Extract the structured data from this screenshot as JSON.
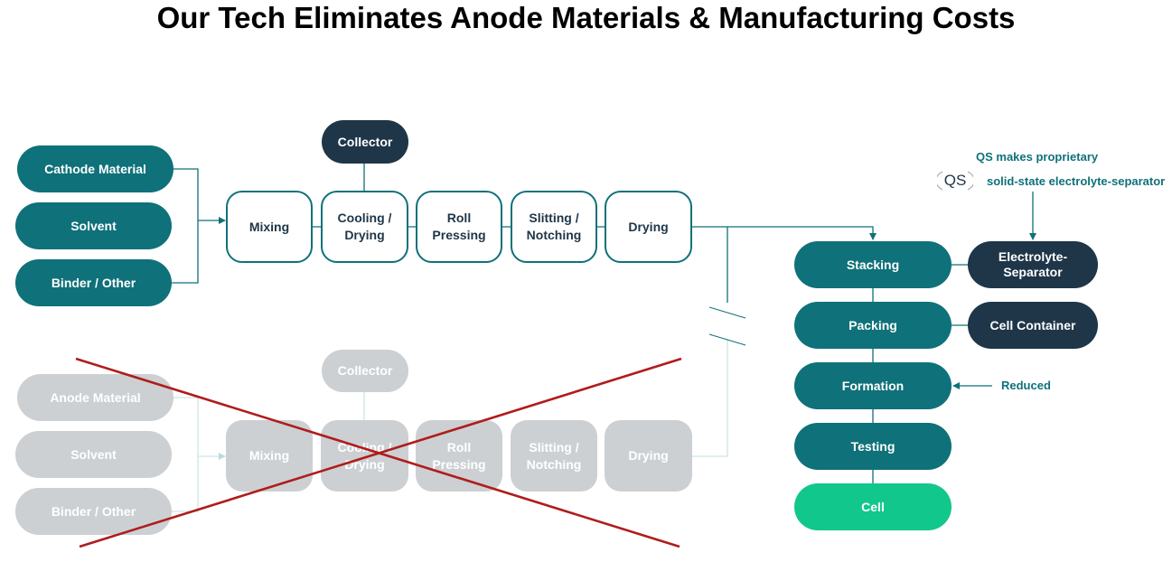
{
  "title": "Our Tech Eliminates Anode Materials & Manufacturing Costs",
  "cathode_line": {
    "inputs": [
      "Cathode Material",
      "Solvent",
      "Binder / Other"
    ],
    "collector": "Collector",
    "steps": [
      "Mixing",
      "Cooling /\nDrying",
      "Roll\nPressing",
      "Slitting /\nNotching",
      "Drying"
    ]
  },
  "anode_line": {
    "inputs": [
      "Anode Material",
      "Solvent",
      "Binder / Other"
    ],
    "collector": "Collector",
    "steps": [
      "Mixing",
      "Cooling /\nDrying",
      "Roll\nPressing",
      "Slitting /\nNotching",
      "Drying"
    ],
    "status": "eliminated"
  },
  "cell_assembly": {
    "steps": [
      "Stacking",
      "Packing",
      "Formation",
      "Testing"
    ],
    "final": "Cell",
    "side_inputs": [
      "Electrolyte-\nSeparator",
      "Cell Container"
    ]
  },
  "annotations": {
    "qs_line1": "QS makes proprietary",
    "qs_line2": "solid-state electrolyte-separator",
    "reduced": "Reduced",
    "logo_text": "QS"
  },
  "colors": {
    "teal": "#0f7179",
    "dark_navy": "#1e3648",
    "green": "#12c78c",
    "grey": "#ccd0d3",
    "cross_red": "#b01c1c"
  }
}
